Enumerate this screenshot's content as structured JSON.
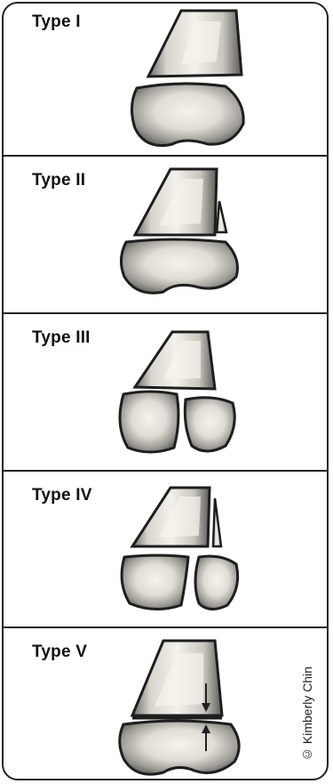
{
  "panels": [
    {
      "label": "Type I"
    },
    {
      "label": "Type II"
    },
    {
      "label": "Type III"
    },
    {
      "label": "Type IV"
    },
    {
      "label": "Type V"
    }
  ],
  "credit": "© Kimberly Chin",
  "colors": {
    "border": "#222222",
    "bone_light": "#f2f0ea",
    "bone_mid": "#bfbcb4",
    "bone_dark": "#5a5955",
    "outline": "#1e1e1e"
  }
}
